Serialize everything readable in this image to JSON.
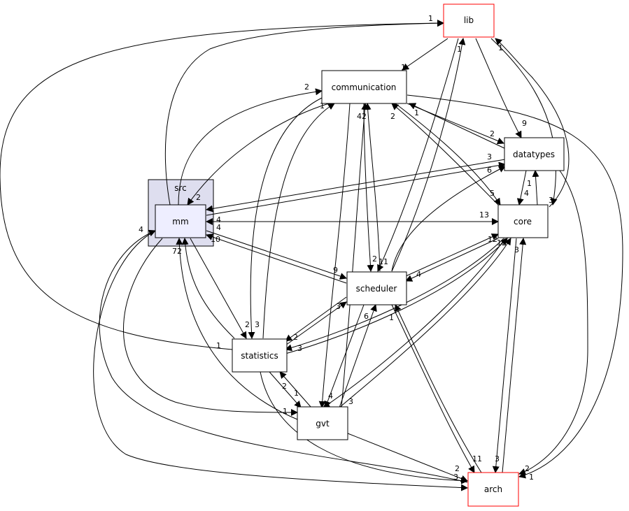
{
  "colors": {
    "cluster_fill": "#dedeef",
    "cluster_stroke": "#000000",
    "node_fill": "#ffffff",
    "node_stroke": "#000000",
    "current_fill": "#eeeeff",
    "external_stroke": "#ff0000",
    "edge": "#000000"
  },
  "cluster": {
    "label": "src"
  },
  "nodes": {
    "lib": {
      "label": "lib",
      "kind": "external"
    },
    "communication": {
      "label": "communication",
      "kind": "normal"
    },
    "datatypes": {
      "label": "datatypes",
      "kind": "normal"
    },
    "mm": {
      "label": "mm",
      "kind": "current"
    },
    "core": {
      "label": "core",
      "kind": "normal"
    },
    "scheduler": {
      "label": "scheduler",
      "kind": "normal"
    },
    "statistics": {
      "label": "statistics",
      "kind": "normal"
    },
    "gvt": {
      "label": "gvt",
      "kind": "normal"
    },
    "arch": {
      "label": "arch",
      "kind": "external"
    }
  },
  "edge_labels": [
    "1",
    "1",
    "1",
    "1",
    "1",
    "2",
    "2",
    "9",
    "42",
    "2",
    "1",
    "2",
    "2",
    "11",
    "3",
    "6",
    "5",
    "1",
    "4",
    "3",
    "13",
    "4",
    "4",
    "10",
    "4",
    "72",
    "12",
    "4",
    "9",
    "3",
    "1",
    "2",
    "3",
    "2",
    "3",
    "1",
    "1",
    "6",
    "2",
    "1",
    "4",
    "3",
    "3",
    "12",
    "11",
    "3",
    "2",
    "3",
    "2",
    "1"
  ]
}
